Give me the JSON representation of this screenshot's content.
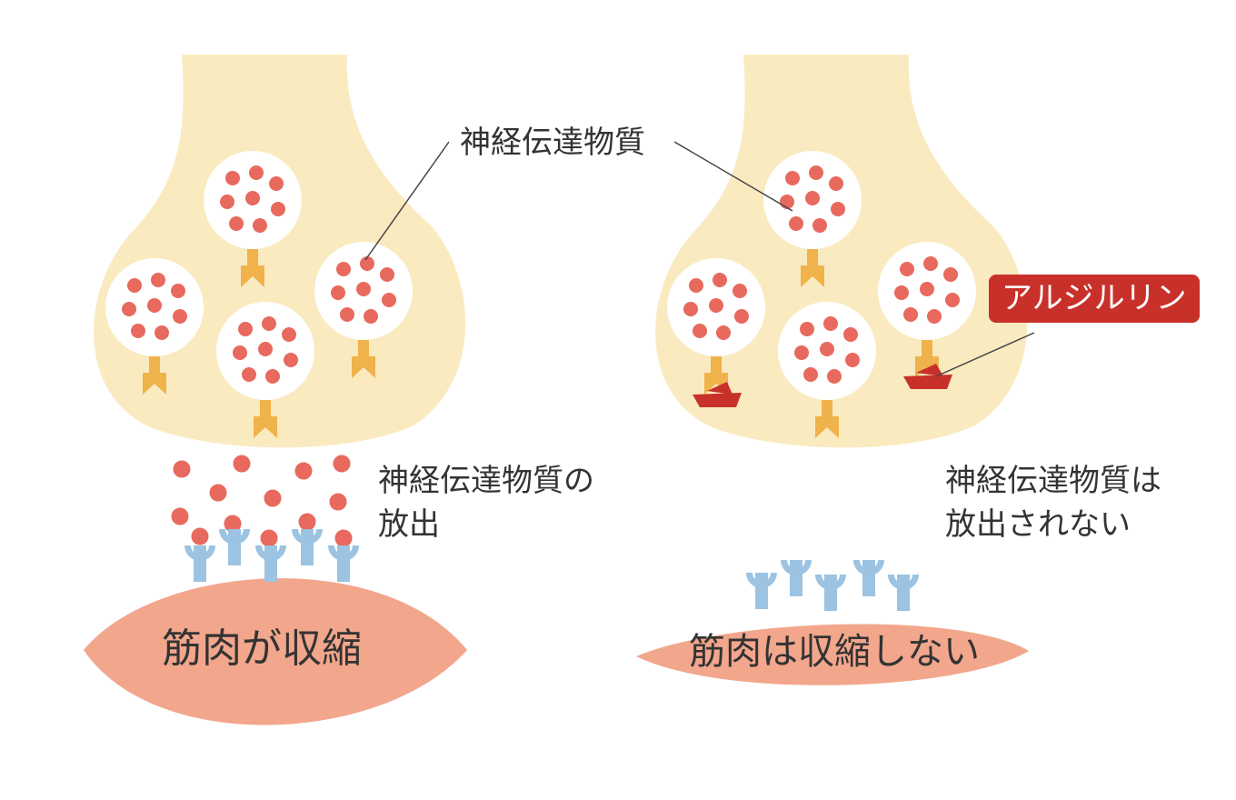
{
  "labels": {
    "neurotransmitter": "神経伝達物質",
    "release_line1": "神経伝達物質の",
    "release_line2": "放出",
    "no_release_line1": "神経伝達物質は",
    "no_release_line2": "放出されない",
    "muscle_contract": "筋肉が収縮",
    "muscle_no_contract": "筋肉は収縮しない",
    "argireline": "アルジルリン"
  },
  "colors": {
    "nerve_terminal": "#faeac0",
    "vesicle": "#ffffff",
    "transmitter": "#e8695e",
    "snare_connector": "#f0b24a",
    "receptor": "#9cc3e2",
    "muscle": "#f2a68c",
    "argireline": "#c8312a",
    "text": "#333333",
    "leader_line": "#444444"
  }
}
